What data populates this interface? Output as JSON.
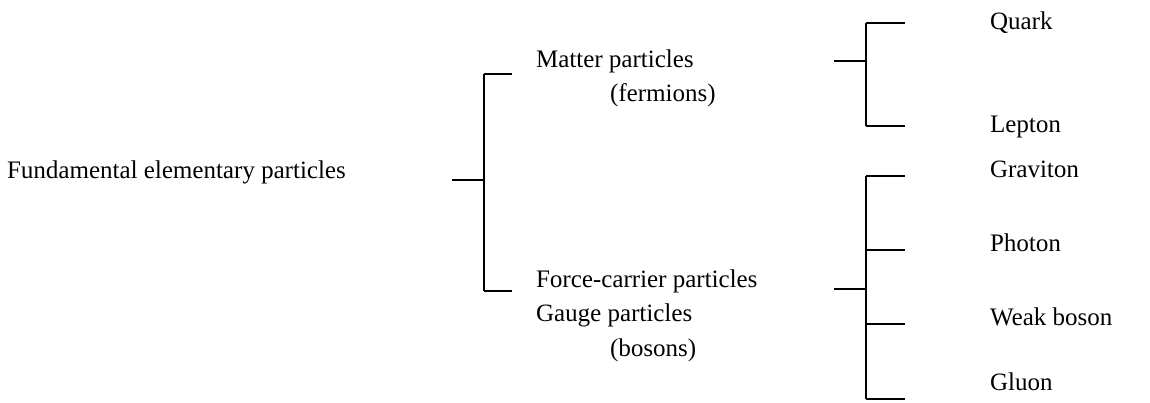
{
  "diagram": {
    "root": "Fundamental elementary particles",
    "matter": {
      "line1": "Matter particles",
      "line2": "(fermions)"
    },
    "force": {
      "line1": "Force-carrier particles",
      "line2": "Gauge particles",
      "line3": "(bosons)"
    },
    "fermions": [
      "Quark",
      "Lepton"
    ],
    "bosons": [
      "Graviton",
      "Photon",
      "Weak boson",
      "Gluon"
    ]
  },
  "colors": {
    "line": "#000000",
    "text": "#000000",
    "background": "#ffffff"
  }
}
